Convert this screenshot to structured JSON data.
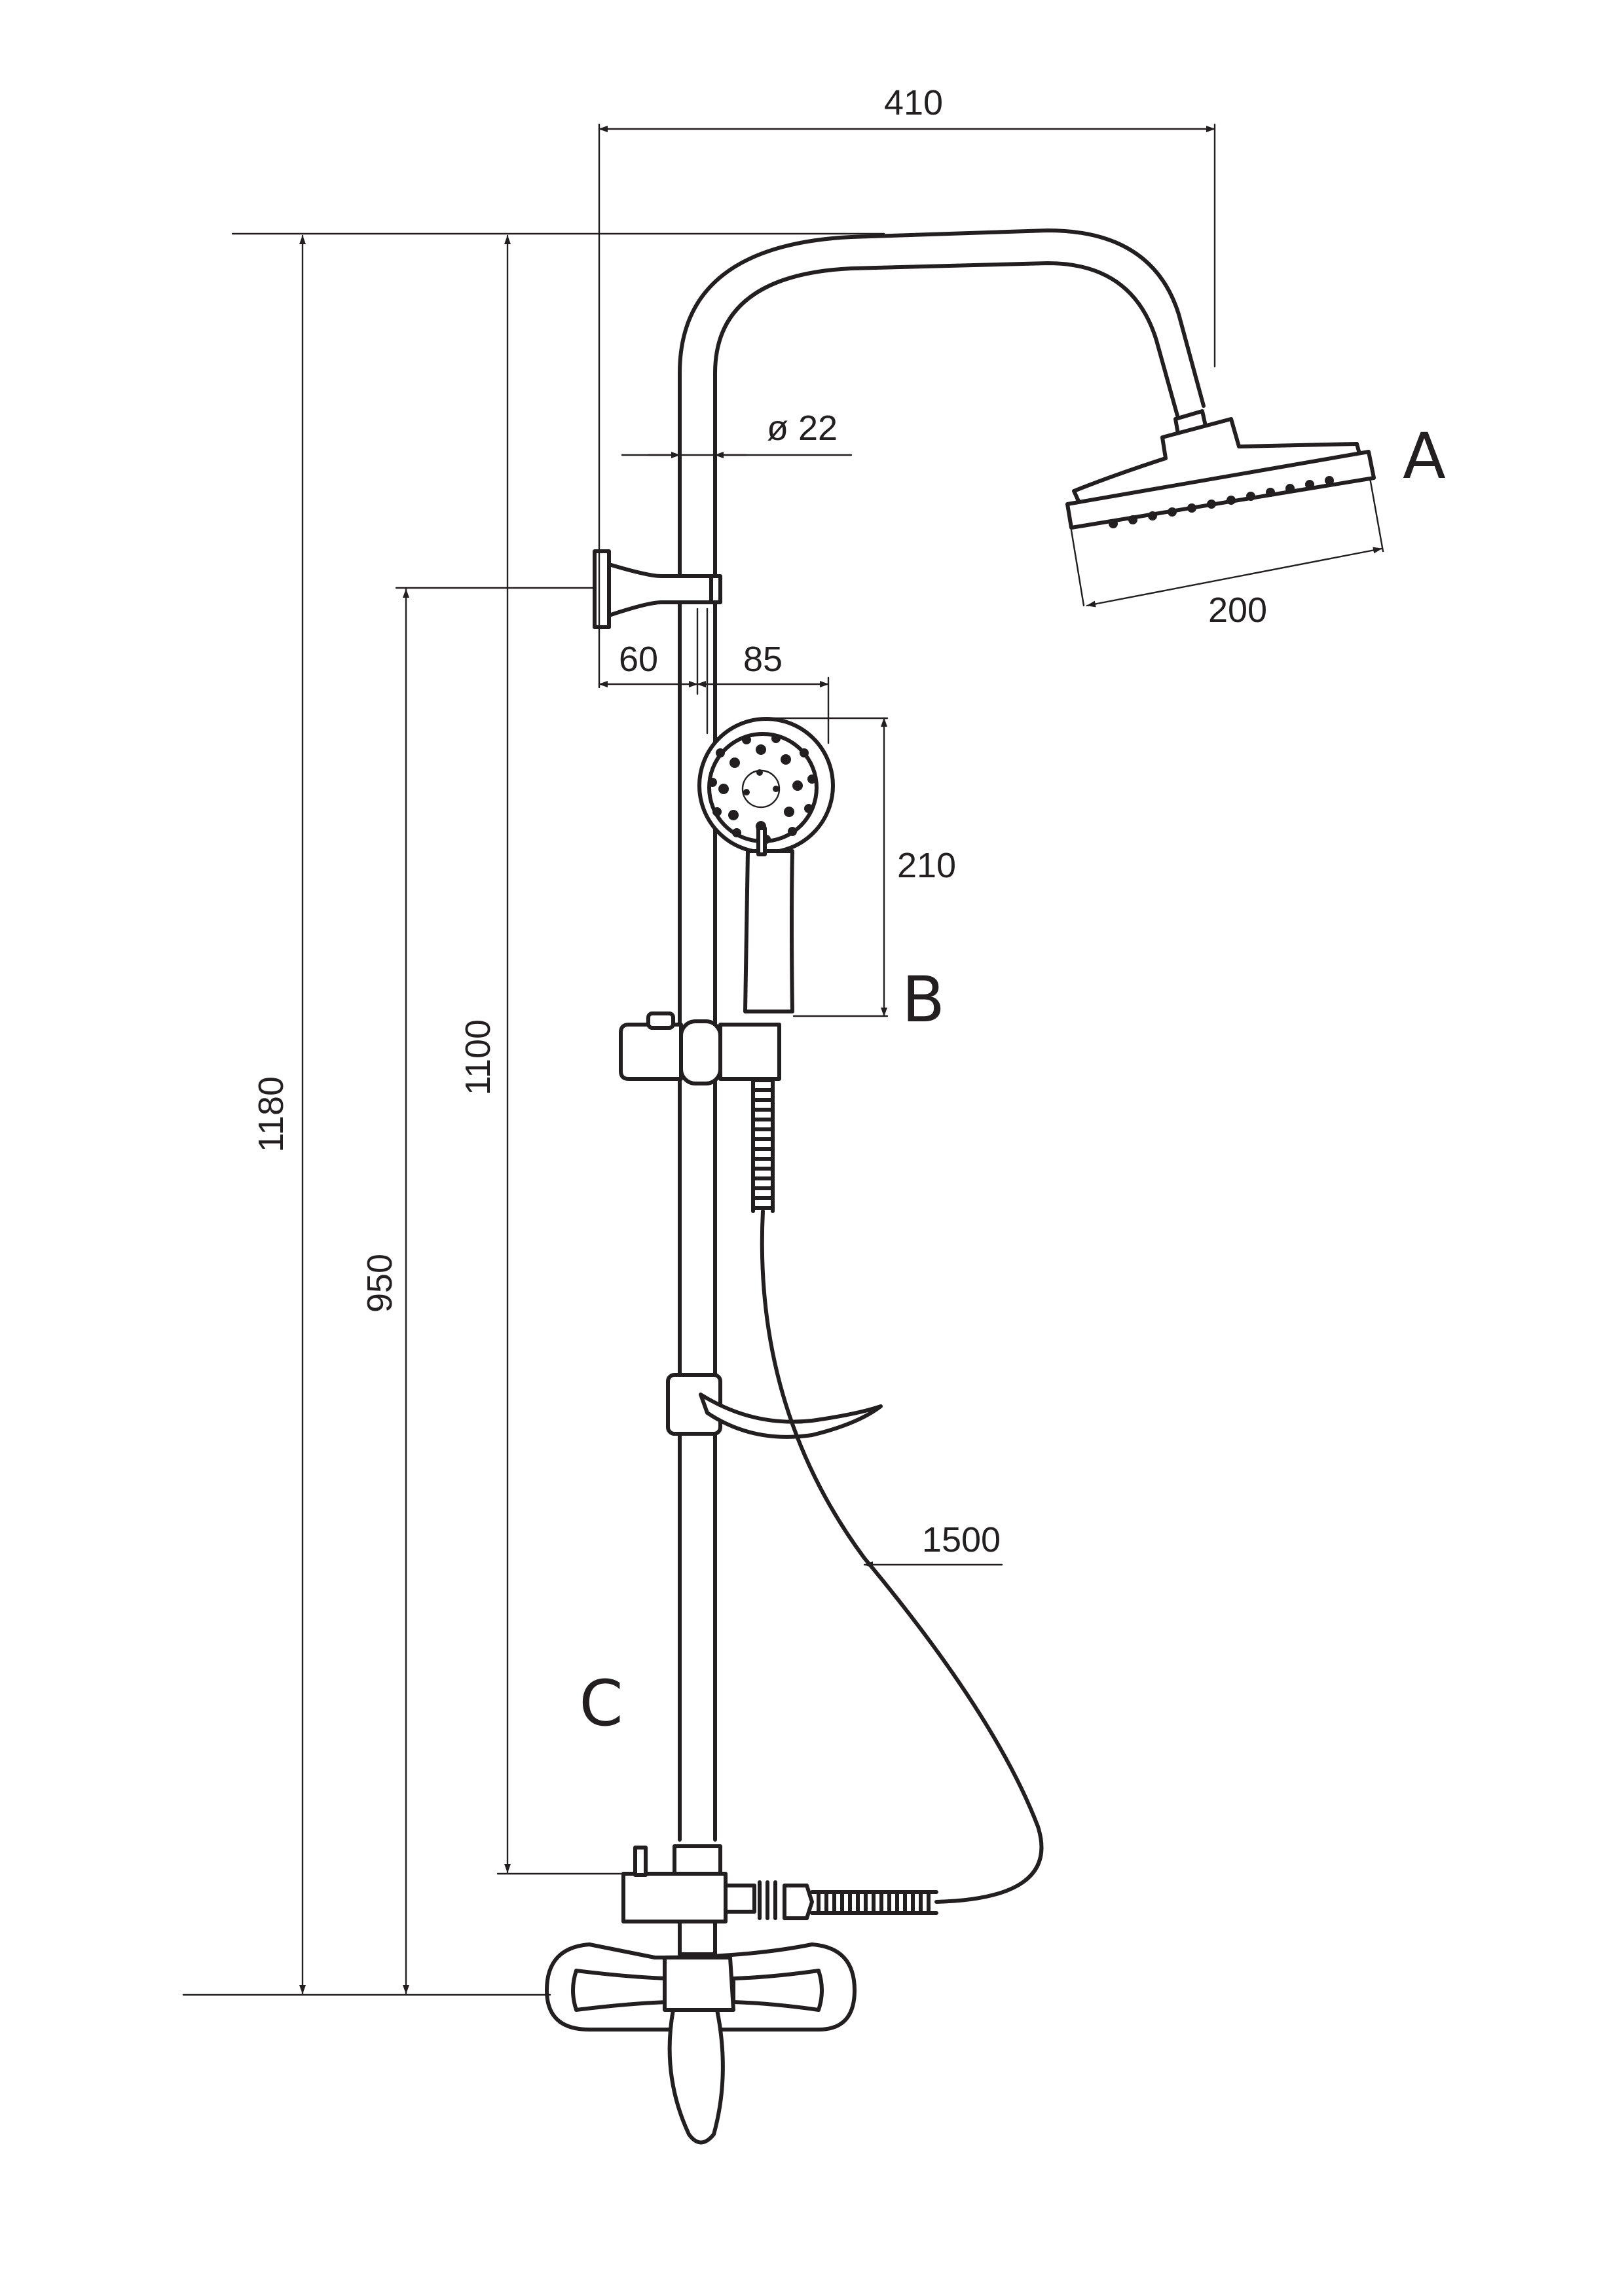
{
  "dimensions": {
    "width_total": "410",
    "pipe_diameter": "ø 22",
    "head_diameter": "200",
    "bracket_offset": "60",
    "hand_offset": "85",
    "hand_length": "210",
    "height_total": "1180",
    "height_bar": "1100",
    "height_bracket": "950",
    "hose_length": "1500"
  },
  "labels": {
    "overhead_shower": "A",
    "hand_shower": "B",
    "mixer": "C"
  }
}
